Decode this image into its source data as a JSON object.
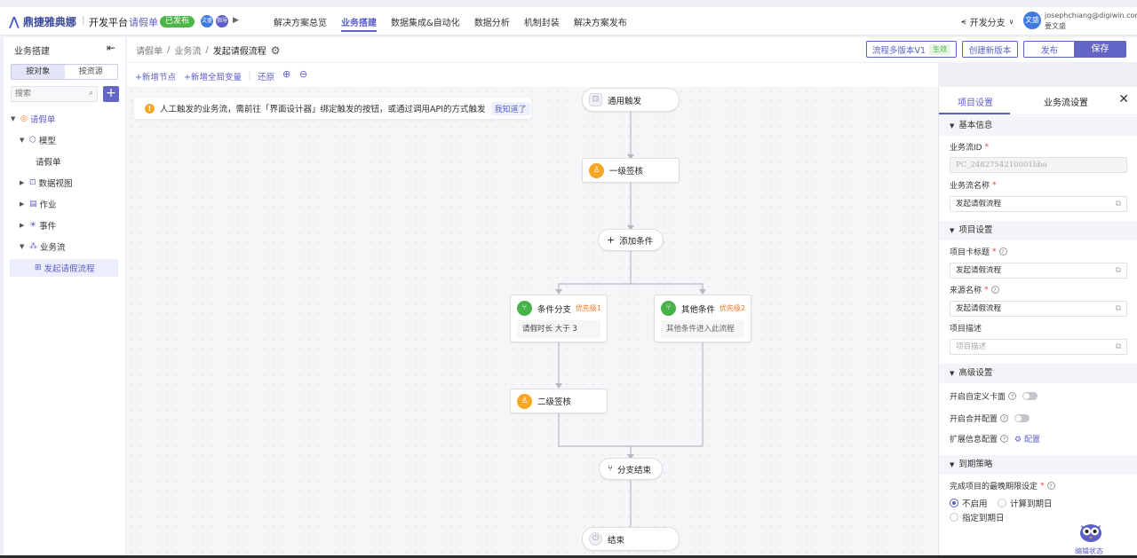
{
  "topbar": {
    "brand": "鼎捷雅典娜",
    "platform": "开发平台",
    "app_name": "请假单",
    "status_badge": "已发布",
    "avatar1": "文盛",
    "avatar2": "指导",
    "nav": [
      "解决方案总览",
      "业务搭建",
      "数据集成&自动化",
      "数据分析",
      "机制封装",
      "解决方案发布"
    ],
    "share": "开发分支",
    "user_avatar": "文盛",
    "user_email": "josephchiang@digiwin.com",
    "user_name": "要文盛"
  },
  "sidebar": {
    "title": "业务搭建",
    "tab_object": "按对象",
    "tab_resource": "按资源",
    "search_placeholder": "搜索",
    "tree": {
      "root": "请假单",
      "model": "模型",
      "model_child": "请假单",
      "data_view": "数据视图",
      "job": "作业",
      "event": "事件",
      "flow": "业务流",
      "flow_child": "发起请假流程"
    }
  },
  "header": {
    "crumb1": "请假单",
    "crumb2": "业务流",
    "crumb3": "发起请假流程",
    "version": "流程多版本V1",
    "version_tag": "生效",
    "new_version": "创建新版本",
    "publish": "发布",
    "save": "保存"
  },
  "toolbar": {
    "add_node": "+新增节点",
    "add_var": "+新增全局变量",
    "restore": "还原"
  },
  "canvas": {
    "tip_text": "人工触发的业务流，需前往「界面设计器」绑定触发的按钮，或通过调用API的方式触发",
    "tip_ack": "我知道了",
    "trigger": "通用触发",
    "level1": "一级签核",
    "add_condition": "添加条件",
    "branch1_title": "条件分支",
    "branch1_priority": "优先级1",
    "branch1_body": "请假时长 大于 3",
    "branch2_title": "其他条件",
    "branch2_priority": "优先级2",
    "branch2_body": "其他条件进入此流程",
    "level2": "二级签核",
    "branch_end": "分支结束",
    "end": "结束"
  },
  "panel": {
    "tab_project": "项目设置",
    "tab_flow": "业务流设置",
    "sec_basic": "基本信息",
    "flow_id_label": "业务流ID",
    "flow_id_value": "PC_2482754210001bba",
    "flow_name_label": "业务流名称",
    "flow_name_value": "发起请假流程",
    "sec_project": "项目设置",
    "card_title_label": "项目卡标题",
    "card_title_value": "发起请假流程",
    "source_name_label": "来源名称",
    "source_name_value": "发起请假流程",
    "desc_label": "项目描述",
    "desc_placeholder": "项目描述",
    "sec_advanced": "高级设置",
    "custom_card": "开启自定义卡面",
    "merge_config": "开启合并配置",
    "ext_info": "扩展信息配置",
    "config_link": "配置",
    "sec_expiry": "到期策略",
    "deadline_label": "完成项目的最晚期限设定",
    "opt_off": "不启用",
    "opt_calc": "计算到期日",
    "opt_specify": "指定到期日"
  },
  "assistant": {
    "label": "编辑状态"
  }
}
